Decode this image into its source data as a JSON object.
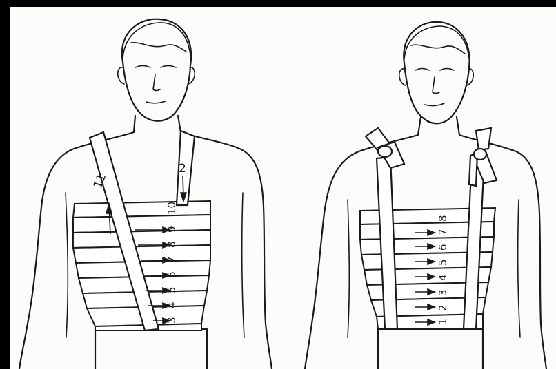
{
  "figures": [
    {
      "id": "left-figure",
      "strap_label_top": "2",
      "strap_label_side": "11",
      "turn_numbers": [
        "3",
        "4",
        "5",
        "6",
        "7",
        "8",
        "9",
        "10"
      ]
    },
    {
      "id": "right-figure",
      "turn_numbers": [
        "1",
        "2",
        "3",
        "4",
        "5",
        "6",
        "7",
        "8"
      ]
    }
  ]
}
